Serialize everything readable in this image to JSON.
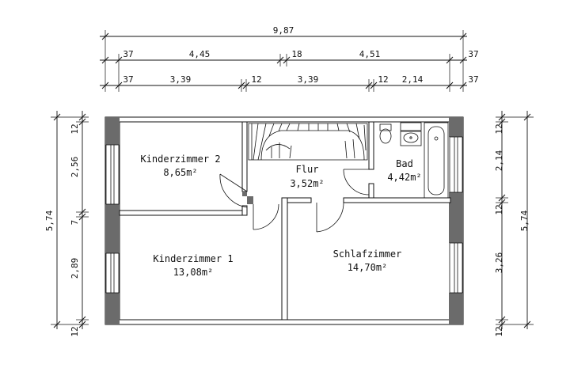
{
  "dimensions": {
    "top_total": "9,87",
    "top_row2": [
      "37",
      "4,45",
      "18",
      "4,51",
      "37"
    ],
    "top_row3": [
      "37",
      "3,39",
      "12",
      "3,39",
      "12",
      "2,14",
      "37"
    ],
    "left_total": "5,74",
    "left_segments": [
      "12",
      "2,56",
      "7",
      "2,89",
      "12"
    ],
    "right_total": "5,74",
    "right_segments": [
      "12",
      "2,14",
      "12",
      "3,26",
      "12"
    ]
  },
  "rooms": [
    {
      "name": "Kinderzimmer 2",
      "area": "8,65m²"
    },
    {
      "name": "Flur",
      "area": "3,52m²"
    },
    {
      "name": "Bad",
      "area": "4,42m²"
    },
    {
      "name": "Kinderzimmer 1",
      "area": "13,08m²"
    },
    {
      "name": "Schlafzimmer",
      "area": "14,70m²"
    }
  ]
}
